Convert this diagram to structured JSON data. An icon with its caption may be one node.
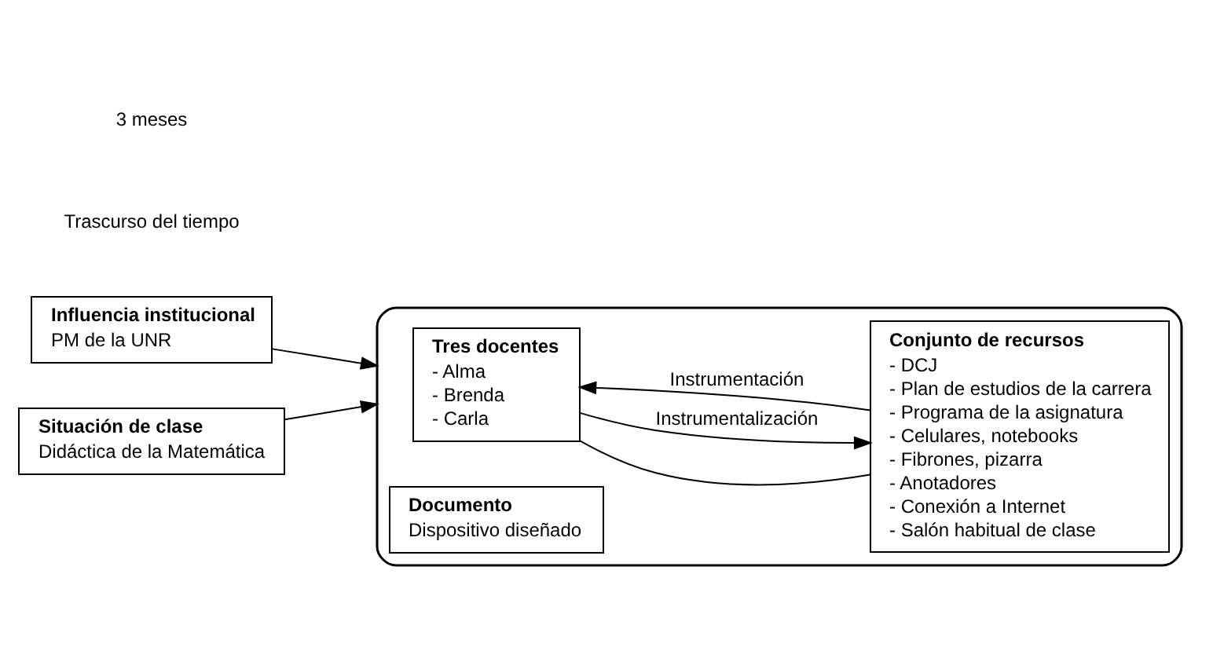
{
  "diagram": {
    "nodes": [
      {
        "text": [],
        "shape": "box"
      },
      {
        "text": [
          "Tres docentes",
          "- Alma",
          "- Brenda",
          "- Carla"
        ],
        "in": 0
      },
      {
        "text": [
          "Conjunto de recursos",
          "- DCJ",
          "- Plan de estudios de la carrera",
          "- Programa de la asignatura",
          "- Celulares, notebooks",
          "- Fibrones, pizarra",
          "- Anotadores",
          "- Conexión a Internet",
          "- Salón habitual de clase"
        ],
        "in": 0
      },
      {
        "text": [
          "Documento",
          "Dispositivo diseñado"
        ],
        "in": 0
      },
      {
        "text": [
          "Influencia institucional",
          "PM de la UNR"
        ]
      },
      {
        "text": [
          "Situación de clase",
          "Didáctica de la Matemática"
        ]
      }
    ],
    "edges": [
      {
        "from": 1,
        "to": 2,
        "arrow": "none"
      },
      {
        "from": 2,
        "to": 1,
        "arrow": "to",
        "label": "Instrumentación"
      },
      {
        "from": 1,
        "to": 2,
        "arrow": "to",
        "label": "Instrumentalización"
      },
      {
        "from": 4,
        "to": 0,
        "arrow": "to"
      },
      {
        "from": 5,
        "to": 0,
        "arrow": "to"
      }
    ],
    "labels": [
      "Trascurso del tiempo",
      "3 meses"
    ]
  }
}
